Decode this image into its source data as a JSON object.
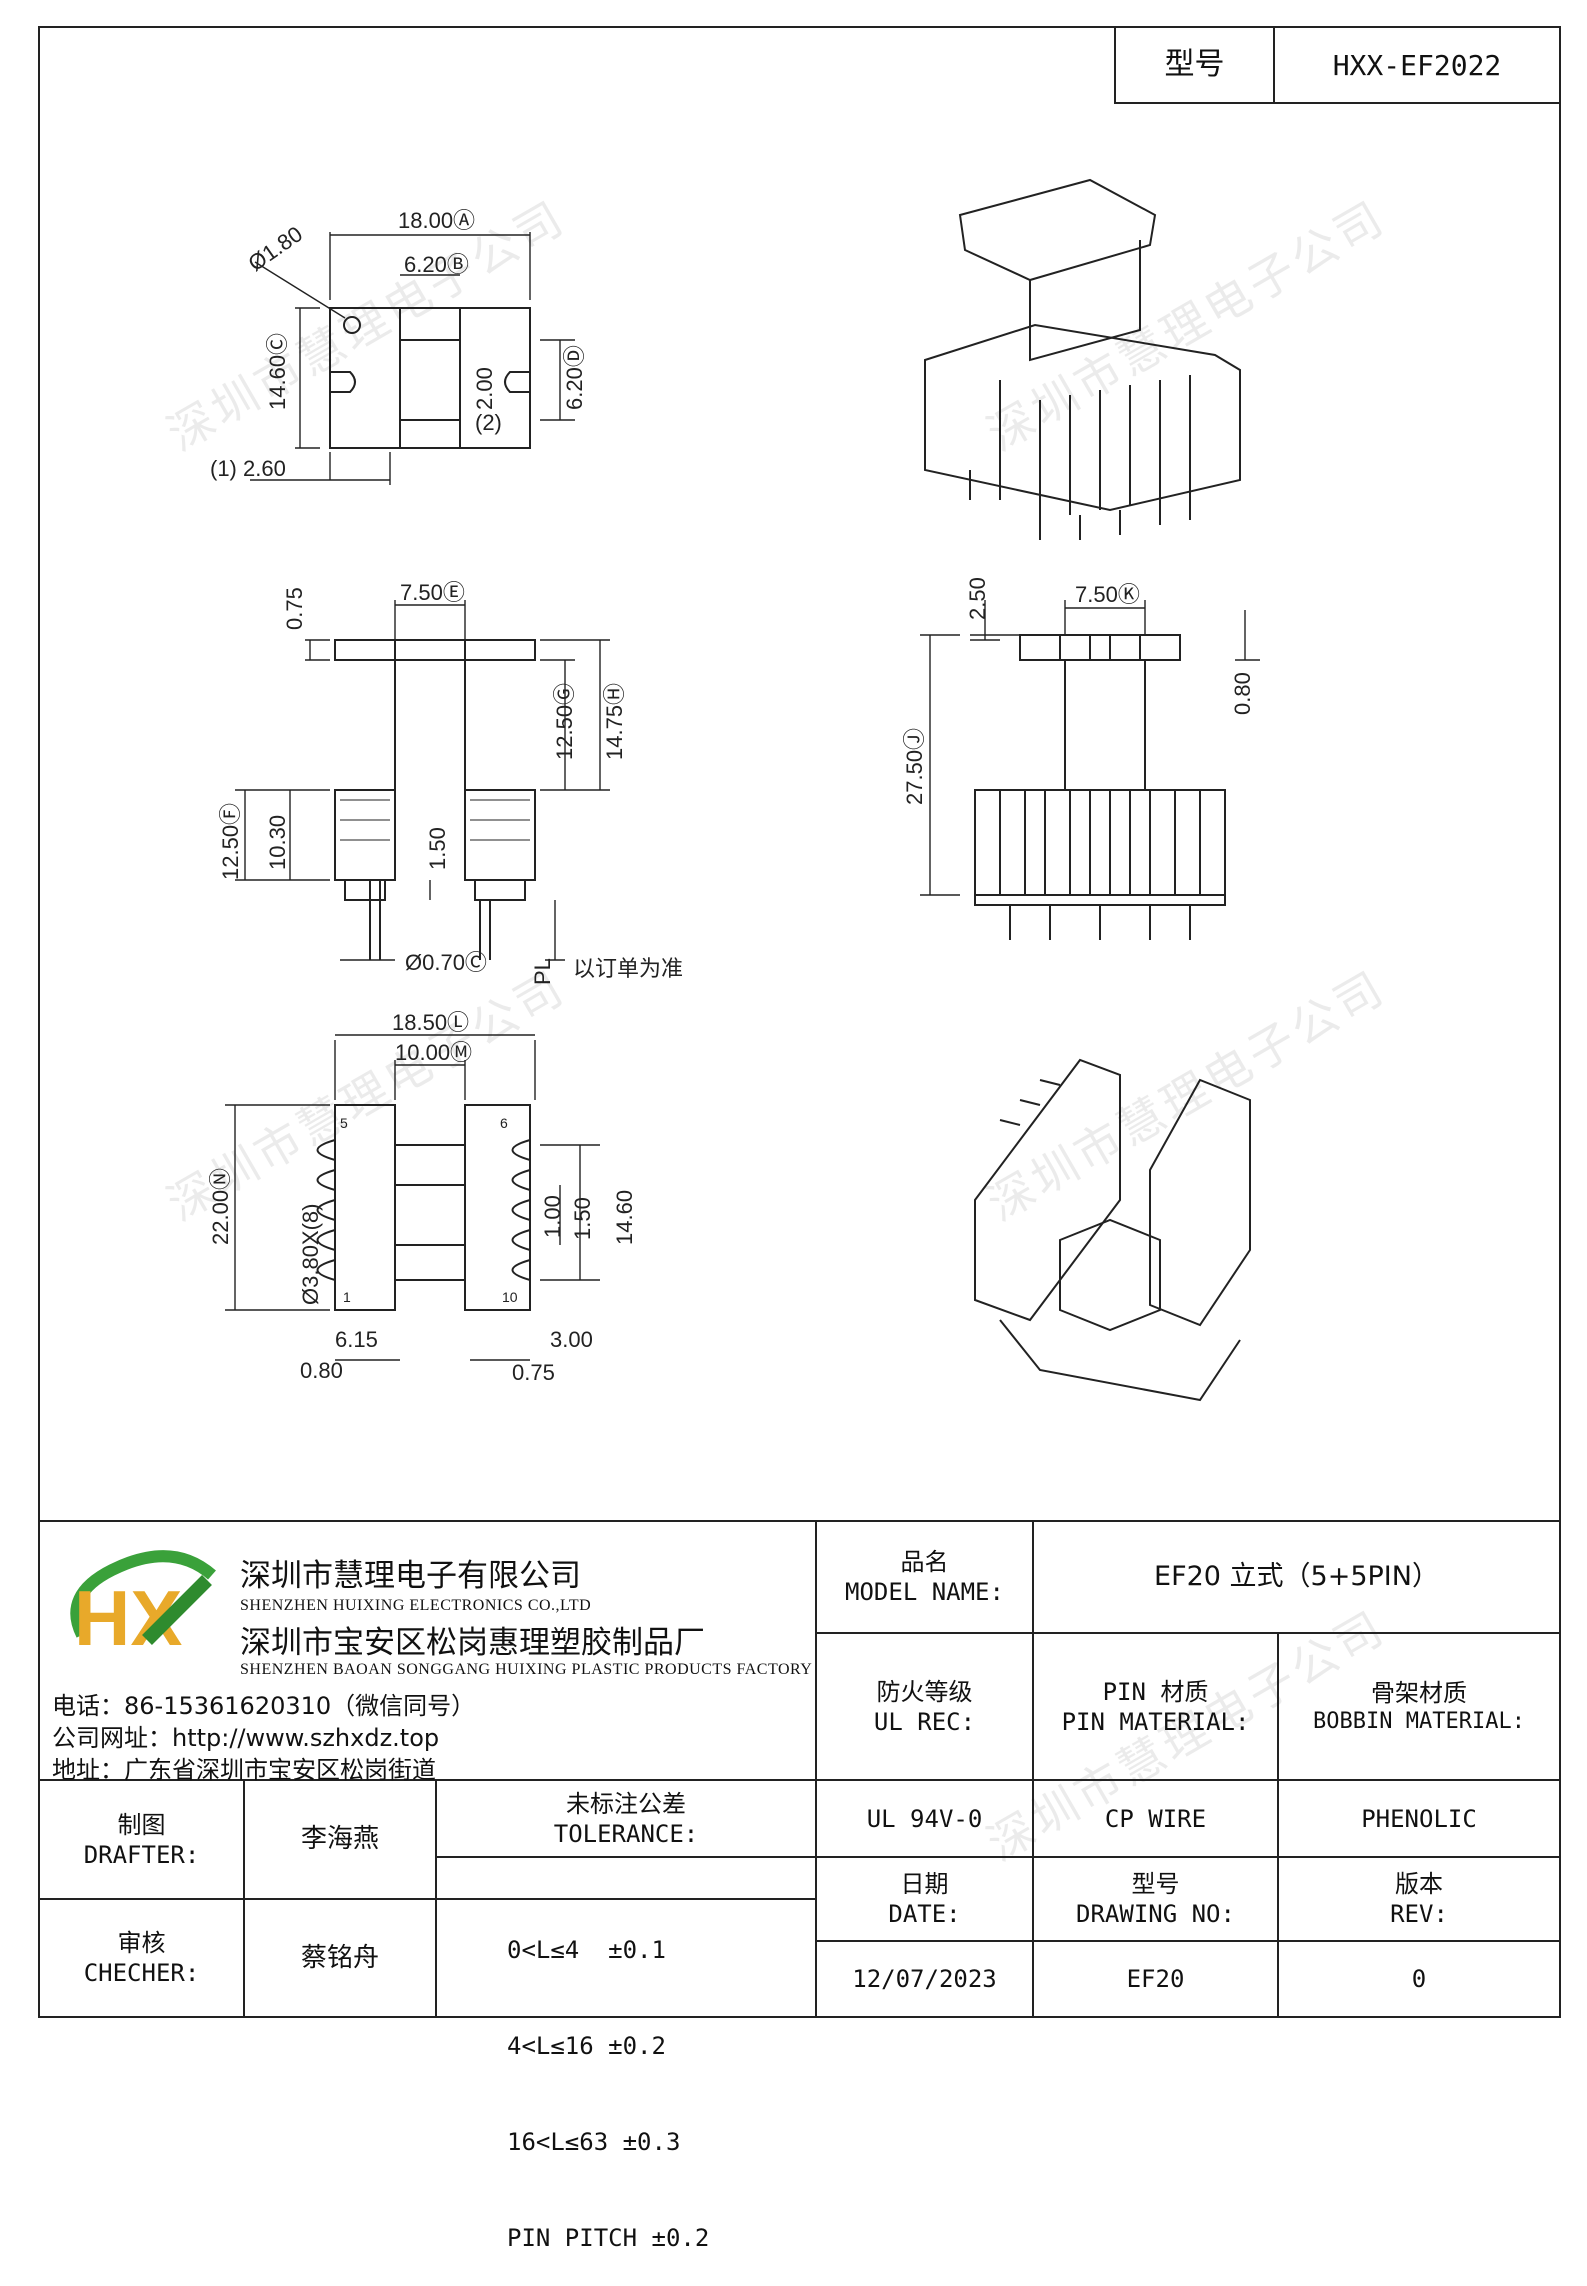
{
  "header": {
    "model_label": "型号",
    "model_value": "HXX-EF2022"
  },
  "watermark": "深圳市慧理电子公司",
  "drawing": {
    "top_view": {
      "dims": [
        "18.00Ⓐ",
        "6.20Ⓑ",
        "Ø1.80",
        "14.60Ⓒ",
        "2.00",
        "(2)",
        "6.20Ⓓ",
        "(1) 2.60"
      ]
    },
    "side_view": {
      "dims": [
        "0.75",
        "7.50Ⓔ",
        "12.50Ⓖ",
        "14.75Ⓗ",
        "12.50Ⓕ",
        "10.30",
        "1.50",
        "Ø0.70Ⓒ",
        "PL",
        "以订单为准"
      ]
    },
    "front_view": {
      "dims": [
        "2.50",
        "7.50Ⓚ",
        "0.80",
        "27.50Ⓙ"
      ]
    },
    "bottom_view": {
      "dims": [
        "18.50Ⓛ",
        "10.00Ⓜ",
        "22.00Ⓝ",
        "Ø3.80X(8)",
        "1.00",
        "1.50",
        "14.60",
        "6.15",
        "3.00",
        "0.80",
        "0.75"
      ],
      "pin_numbers": [
        "5",
        "6",
        "1",
        "10"
      ]
    }
  },
  "company": {
    "logo_text": "HX",
    "name_cn": "深圳市慧理电子有限公司",
    "name_en": "SHENZHEN HUIXING ELECTRONICS CO.,LTD",
    "factory_cn": "深圳市宝安区松岗惠理塑胶制品厂",
    "factory_en": "SHENZHEN BAOAN SONGGANG HUIXING PLASTIC PRODUCTS FACTORY",
    "phone": "电话：86-15361620310（微信同号）",
    "website": "公司网址：http://www.szhxdz.top",
    "address": "地址：广东省深圳市宝安区松岗街道"
  },
  "titleblock": {
    "product_name_label_cn": "品名",
    "product_name_label_en": "MODEL NAME:",
    "product_name_value": "EF20 立式（5+5PIN）",
    "ul_label_cn": "防火等级",
    "ul_label_en": "UL REC:",
    "pin_label_cn": "PIN 材质",
    "pin_label_en": "PIN MATERIAL:",
    "bobbin_label_cn": "骨架材质",
    "bobbin_label_en": "BOBBIN MATERIAL:",
    "ul_value": "UL 94V-0",
    "pin_value": "CP WIRE",
    "bobbin_value": "PHENOLIC",
    "drafter_label_cn": "制图",
    "drafter_label_en": "DRAFTER:",
    "drafter_value": "李海燕",
    "checker_label_cn": "审核",
    "checker_label_en": "CHECHER:",
    "checker_value": "蔡铭舟",
    "tolerance_label_cn": "未标注公差",
    "tolerance_label_en": "TOLERANCE:",
    "tolerance_lines": [
      "0<L≤4  ±0.1",
      "4<L≤16 ±0.2",
      "16<L≤63 ±0.3",
      "PIN PITCH ±0.2"
    ],
    "date_label_cn": "日期",
    "date_label_en": "DATE:",
    "date_value": "12/07/2023",
    "drawing_no_label_cn": "型号",
    "drawing_no_label_en": "DRAWING NO:",
    "drawing_no_value": "EF20",
    "rev_label_cn": "版本",
    "rev_label_en": "REV:",
    "rev_value": "0"
  }
}
